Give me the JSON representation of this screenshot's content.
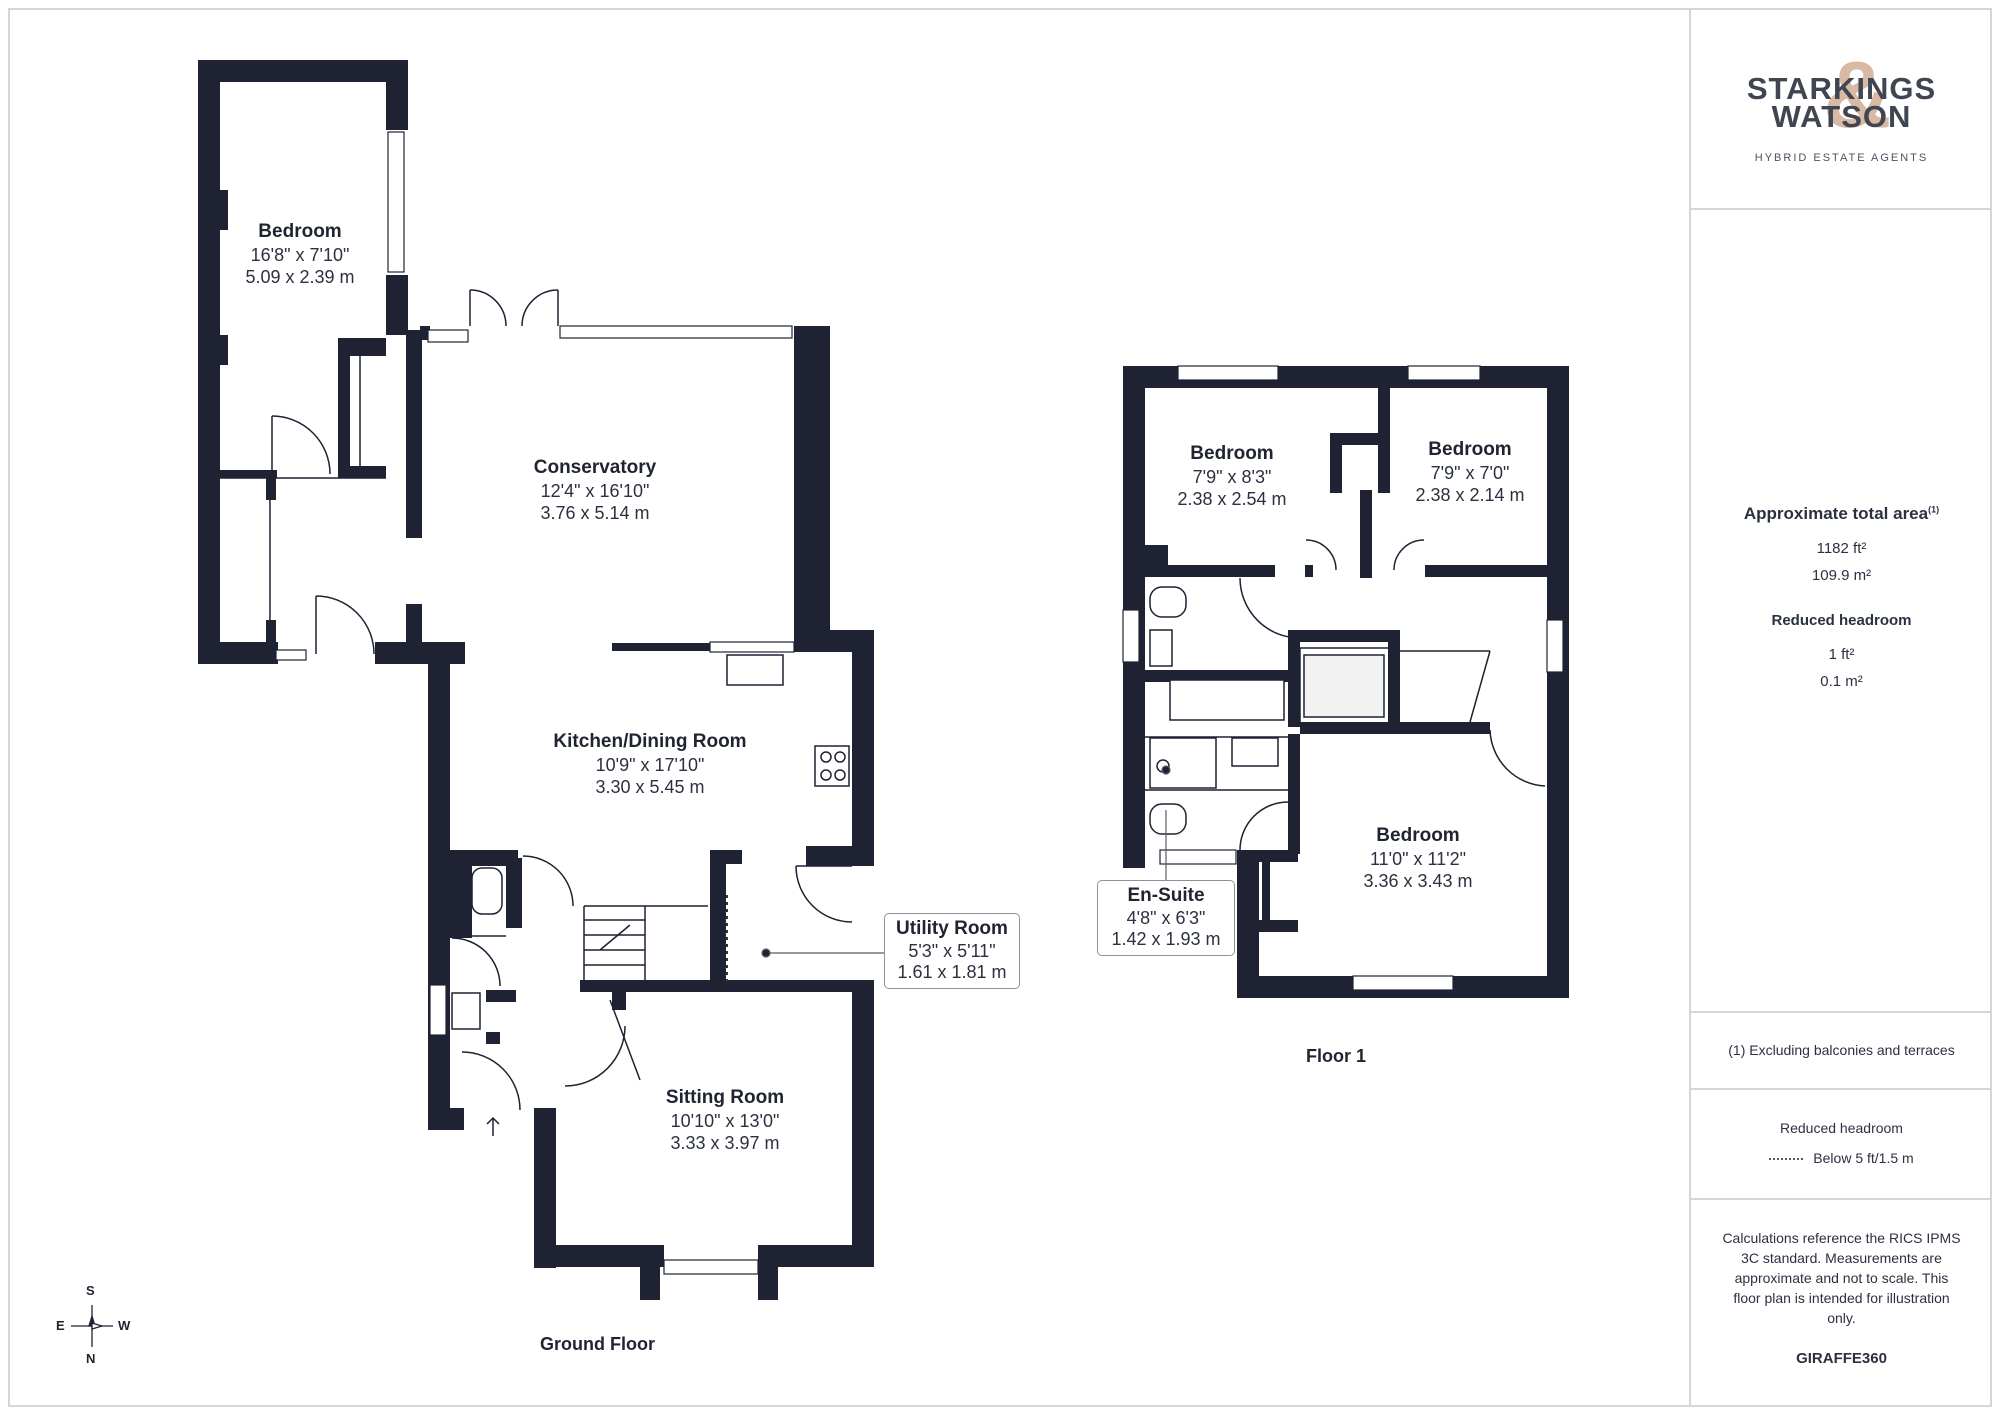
{
  "ground_floor": {
    "title": "Ground Floor",
    "rooms": [
      {
        "name": "Bedroom",
        "imperial": "16'8\" x 7'10\"",
        "metric": "5.09 x 2.39 m"
      },
      {
        "name": "Conservatory",
        "imperial": "12'4\" x 16'10\"",
        "metric": "3.76 x 5.14 m"
      },
      {
        "name": "Kitchen/Dining Room",
        "imperial": "10'9\" x 17'10\"",
        "metric": "3.30 x 5.45 m"
      },
      {
        "name": "Utility Room",
        "imperial": "5'3\" x 5'11\"",
        "metric": "1.61 x 1.81 m"
      },
      {
        "name": "Sitting Room",
        "imperial": "10'10\" x 13'0\"",
        "metric": "3.33 x 3.97 m"
      }
    ]
  },
  "floor_1": {
    "title": "Floor 1",
    "rooms": [
      {
        "name": "Bedroom",
        "imperial": "7'9\" x 8'3\"",
        "metric": "2.38 x 2.54 m"
      },
      {
        "name": "Bedroom",
        "imperial": "7'9\" x 7'0\"",
        "metric": "2.38 x 2.14 m"
      },
      {
        "name": "Bedroom",
        "imperial": "11'0\" x 11'2\"",
        "metric": "3.36 x 3.43 m"
      },
      {
        "name": "En-Suite",
        "imperial": "4'8\" x 6'3\"",
        "metric": "1.42 x 1.93 m"
      }
    ]
  },
  "compass": {
    "top": "S",
    "bottom": "N",
    "left": "E",
    "right": "W"
  },
  "sidebar": {
    "logo_line1": "STARKINGS",
    "logo_amp": "&",
    "logo_line2": "WATSON",
    "logo_sub": "HYBRID ESTATE AGENTS",
    "area_title": "Approximate total area",
    "area_footnote": "(1)",
    "area_ft": "1182 ft²",
    "area_m": "109.9 m²",
    "headroom_title": "Reduced headroom",
    "headroom_ft": "1 ft²",
    "headroom_m": "0.1 m²",
    "excluding_note": "(1) Excluding balconies and terraces",
    "legend_title": "Reduced headroom",
    "legend_item": "Below 5 ft/1.5 m",
    "disclaimer": "Calculations reference the RICS IPMS 3C standard. Measurements are approximate and not to scale. This floor plan is intended for illustration only.",
    "brand": "GIRAFFE360"
  },
  "colors": {
    "wall": "#1e2232",
    "logo_accent": "#d8b9a3",
    "divider": "#d4d6da"
  }
}
